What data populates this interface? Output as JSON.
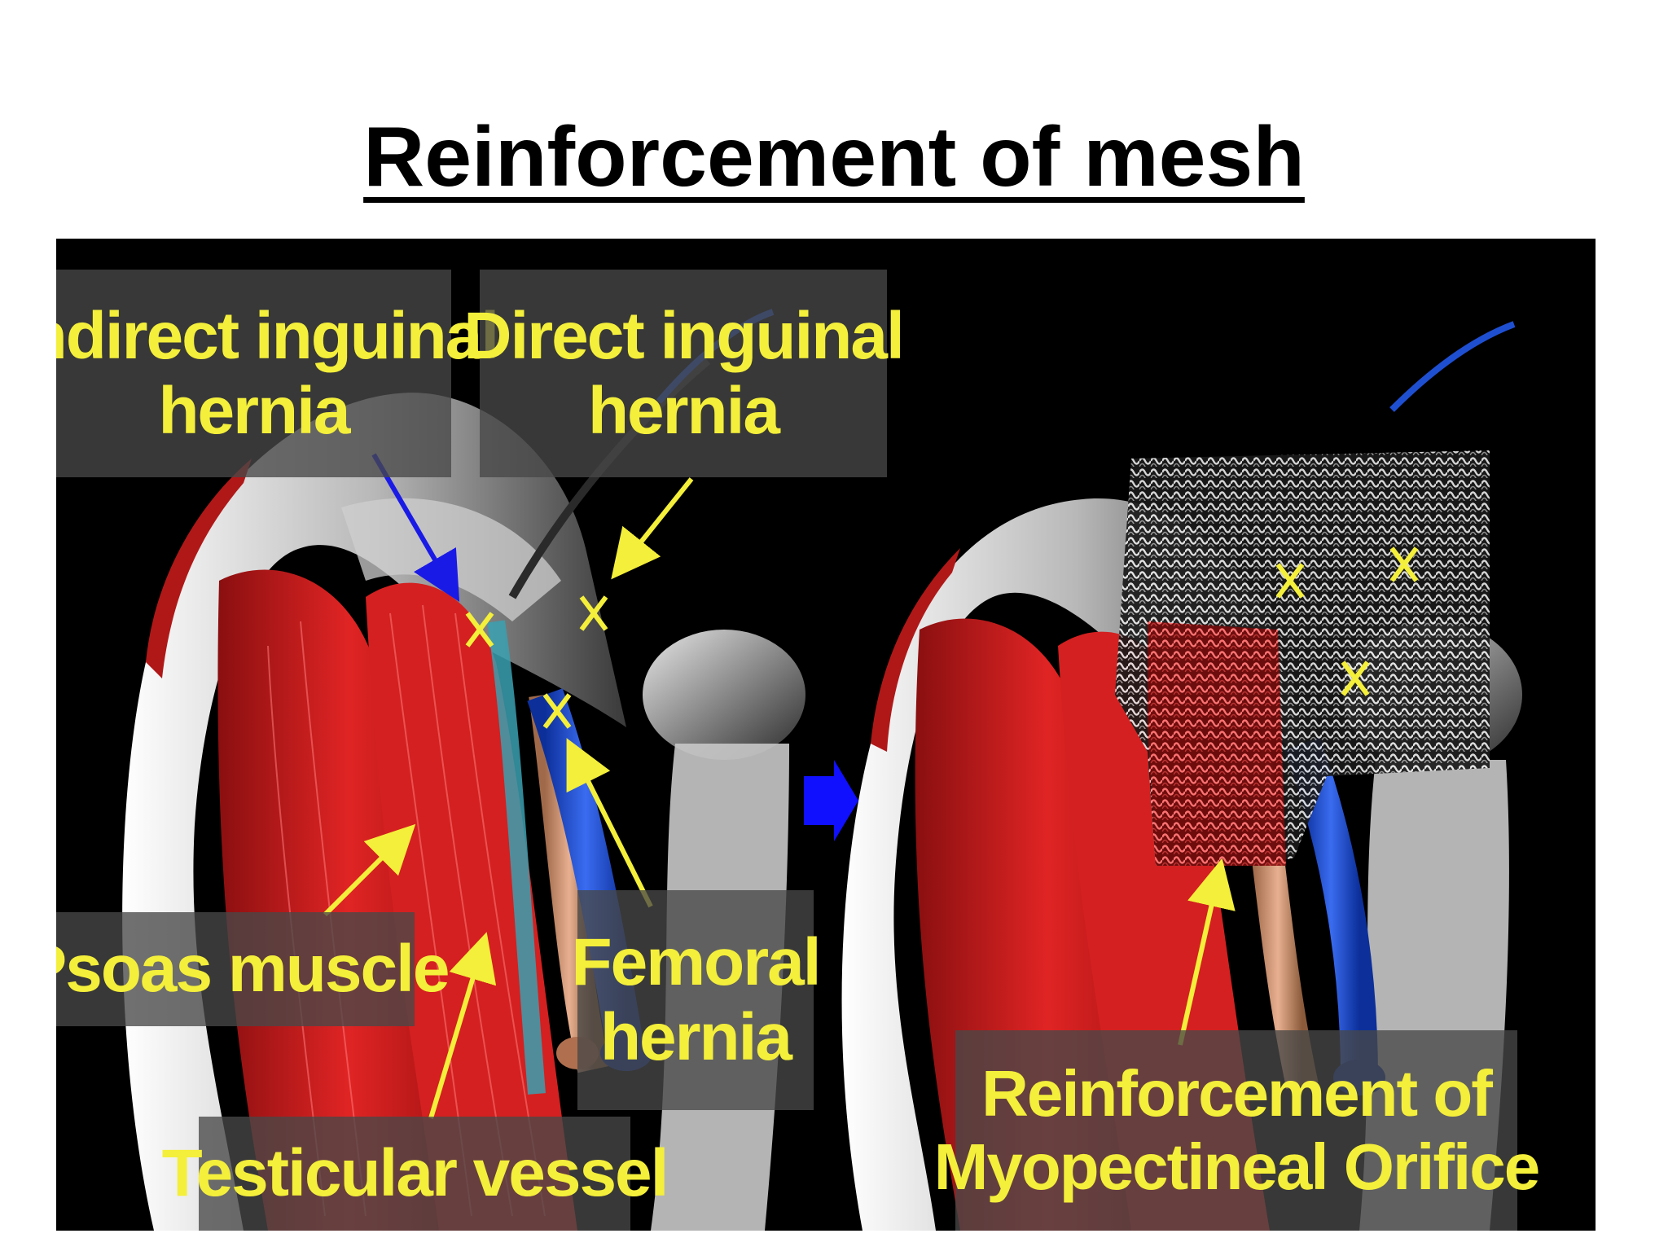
{
  "slide": {
    "title": "Reinforcement of mesh"
  },
  "figure": {
    "labels": {
      "indirect_line1": "Indirect inguinal",
      "indirect_line2": "hernia",
      "direct_line1": "Direct inguinal",
      "direct_line2": "hernia",
      "psoas": "Psoas muscle",
      "femoral_line1": "Femoral",
      "femoral_line2": "hernia",
      "testicular": "Testicular vessel",
      "reinforce_line1": "Reinforcement of",
      "reinforce_line2": "Myopectineal Orifice"
    },
    "colors": {
      "label_text": "#f4ef3a",
      "muscle": "#c81e1e",
      "vein": "#1f4fd1",
      "arrow_indirect": "#1a1ae6",
      "arrow_yellow": "#f4ef3a",
      "background": "#000000"
    }
  }
}
